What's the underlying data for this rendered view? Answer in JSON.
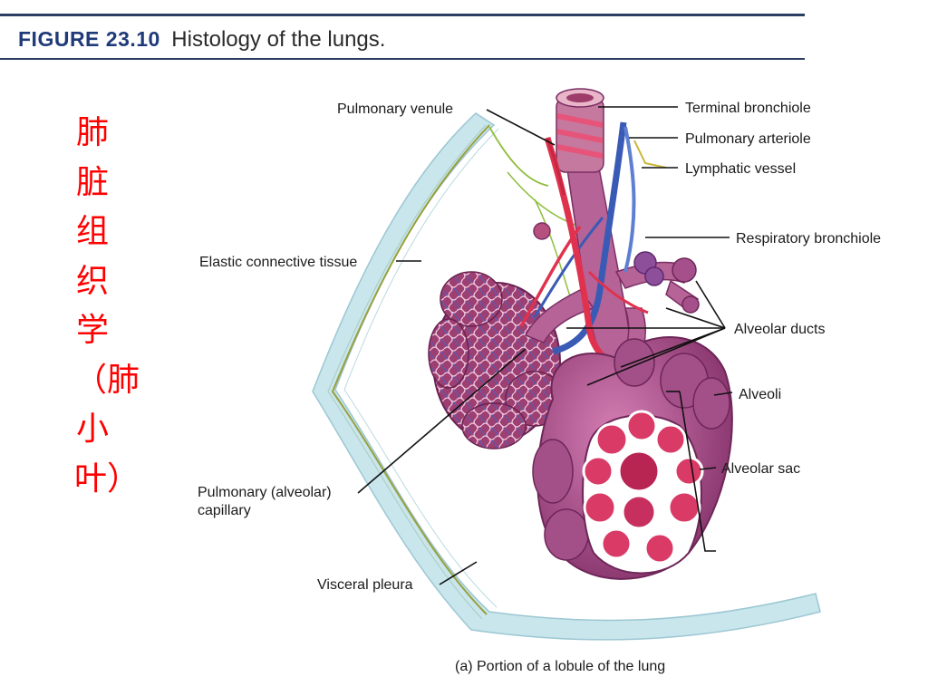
{
  "header": {
    "figure_label": "FIGURE 23.10",
    "figure_title": "Histology of the lungs."
  },
  "side_title": "肺脏组织学（肺小叶）",
  "labels": {
    "pulmonary_venule": "Pulmonary venule",
    "terminal_bronchiole": "Terminal bronchiole",
    "pulmonary_arteriole": "Pulmonary arteriole",
    "lymphatic_vessel": "Lymphatic vessel",
    "respiratory_bronchiole": "Respiratory bronchiole",
    "elastic_connective_tissue": "Elastic connective tissue",
    "alveolar_ducts": "Alveolar ducts",
    "alveoli": "Alveoli",
    "alveolar_sac": "Alveolar sac",
    "pulmonary_capillary_line1": "Pulmonary (alveolar)",
    "pulmonary_capillary_line2": "capillary",
    "visceral_pleura": "Visceral pleura"
  },
  "caption": "(a)  Portion of a lobule of the lung",
  "colors": {
    "header_rule": "#2c3d63",
    "figure_label": "#1f3a78",
    "side_title": "#ff0000",
    "alveolar_tissue": "#b0508a",
    "alveolus_lumen": "#d93a66",
    "artery": "#e0324e",
    "vein": "#3a5bb5",
    "lymphatic": "#7fbf3f",
    "pleura": "#c8e6ec"
  }
}
